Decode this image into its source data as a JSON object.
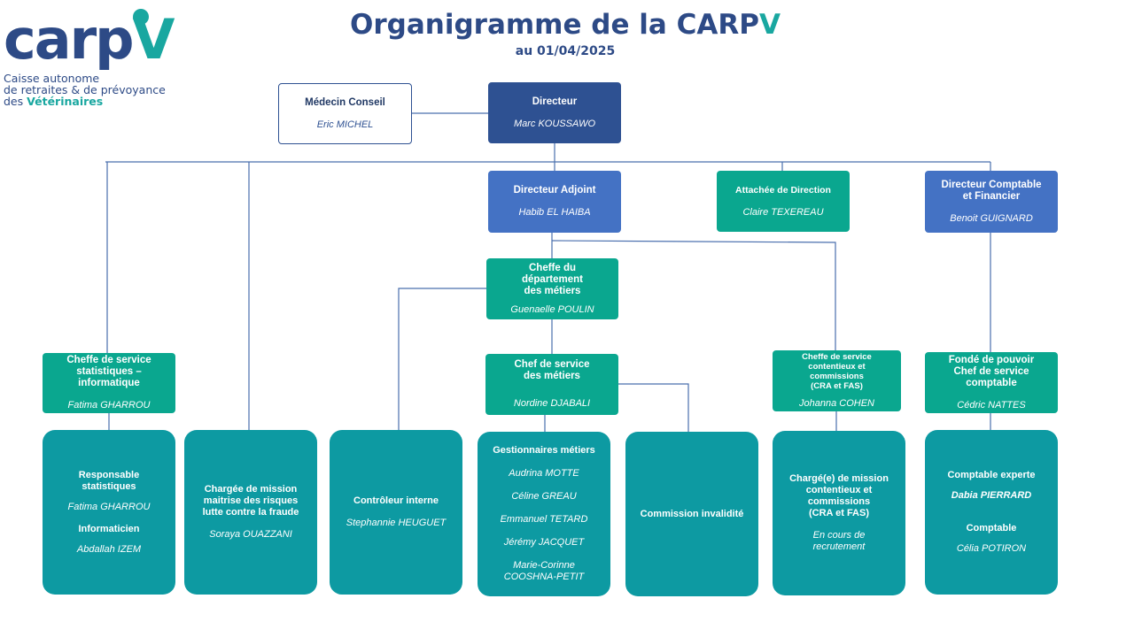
{
  "logo": {
    "word_main": "carp",
    "word_accent": "V",
    "line1": "Caisse autonome",
    "line2": "de retraites & de prévoyance",
    "line3_prefix": "des ",
    "line3_accent": "Vétérinaires"
  },
  "header": {
    "title_main": "Organigramme de la CARP",
    "title_accent": "V",
    "date": "au 01/04/2025"
  },
  "colors": {
    "dark_blue": "#2e5192",
    "blue": "#4472c4",
    "green": "#0aa78f",
    "teal": "#0d9aa2",
    "line": "#4a6fae"
  },
  "boxes": {
    "medecin": {
      "title": "Médecin Conseil",
      "name": "Eric MICHEL"
    },
    "directeur": {
      "title": "Directeur",
      "name": "Marc KOUSSAWO"
    },
    "adjoint": {
      "title": "Directeur Adjoint",
      "name": "Habib EL HAIBA"
    },
    "attachee": {
      "title": "Attachée de Direction",
      "name": "Claire TEXEREAU"
    },
    "comptable_dir": {
      "title_l1": "Directeur Comptable",
      "title_l2": "et Financier",
      "name": "Benoit GUIGNARD"
    },
    "cheffe_dept": {
      "title_l1": "Cheffe du",
      "title_l2": "département",
      "title_l3": "des métiers",
      "name": "Guenaelle POULIN"
    },
    "cheffe_stat": {
      "title_l1": "Cheffe de service",
      "title_l2": "statistiques –",
      "title_l3": "informatique",
      "name": "Fatima GHARROU"
    },
    "chef_metiers": {
      "title_l1": "Chef de service",
      "title_l2": "des métiers",
      "name": "Nordine DJABALI"
    },
    "cheffe_contentieux": {
      "title_l1": "Cheffe de service",
      "title_l2": "contentieux et",
      "title_l3": "commissions",
      "title_l4": "(CRA et FAS)",
      "name": "Johanna COHEN"
    },
    "fonde": {
      "title_l1": "Fondé de pouvoir",
      "title_l2": "Chef de service",
      "title_l3": "comptable",
      "name": "Cédric NATTES"
    },
    "resp_stat": {
      "title_l1": "Responsable",
      "title_l2": "statistiques",
      "name": "Fatima GHARROU",
      "title2": "Informaticien",
      "name2": "Abdallah IZEM"
    },
    "chargee_risques": {
      "title_l1": "Chargée de mission",
      "title_l2": "maitrise des risques",
      "title_l3": "lutte contre la fraude",
      "name": "Soraya OUAZZANI"
    },
    "controleur": {
      "title": "Contrôleur interne",
      "name": "Stephannie HEUGUET"
    },
    "gestionnaires": {
      "title": "Gestionnaires métiers",
      "names": [
        "Audrina MOTTE",
        "Céline GREAU",
        "Emmanuel TETARD",
        "Jérémy JACQUET",
        "Marie-Corinne",
        "COOSHNA-PETIT"
      ]
    },
    "commission": {
      "title": "Commission invalidité"
    },
    "charge_contentieux": {
      "title_l1": "Chargé(e) de mission",
      "title_l2": "contentieux et",
      "title_l3": "commissions",
      "title_l4": "(CRA et FAS)",
      "name_l1": "En cours de",
      "name_l2": "recrutement"
    },
    "comptables": {
      "title": "Comptable experte",
      "name": "Dabia PIERRARD",
      "title2": "Comptable",
      "name2": "Célia POTIRON"
    }
  }
}
